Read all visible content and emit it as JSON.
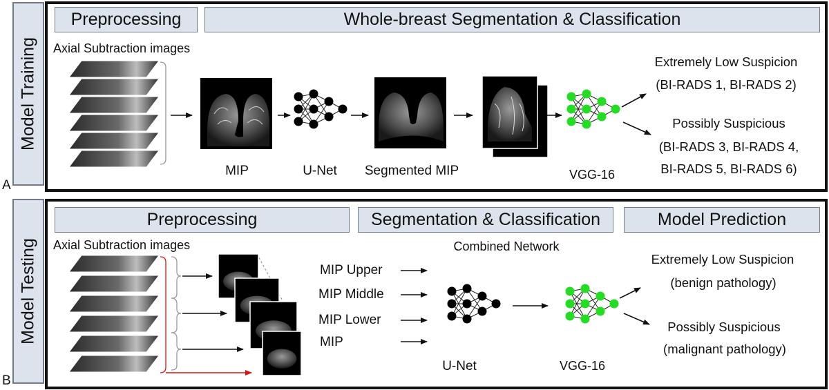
{
  "panel_a": {
    "letter": "A",
    "side_label": "Model Training",
    "header_preprocessing": "Preprocessing",
    "header_main": "Whole-breast Segmentation & Classification",
    "input_caption": "Axial Subtraction images",
    "labels": {
      "mip": "MIP",
      "unet": "U-Net",
      "segmented": "Segmented MIP",
      "vgg": "VGG-16"
    },
    "outputs": {
      "low_title": "Extremely Low Suspicion",
      "low_detail": "(BI-RADS 1, BI-RADS 2)",
      "susp_title": "Possibly Suspicious",
      "susp_detail_1": "(BI-RADS 3, BI-RADS 4,",
      "susp_detail_2": "BI-RADS 5, BI-RADS 6)"
    }
  },
  "panel_b": {
    "letter": "B",
    "side_label": "Model Testing",
    "header_preprocessing": "Preprocessing",
    "header_segmentation": "Segmentation & Classification",
    "header_prediction": "Model Prediction",
    "input_caption": "Axial Subtraction images",
    "combined_network": "Combined Network",
    "mip_inputs": {
      "upper": "MIP Upper",
      "middle": "MIP Middle",
      "lower": "MIP Lower",
      "full": "MIP"
    },
    "labels": {
      "unet": "U-Net",
      "vgg": "VGG-16"
    },
    "outputs": {
      "low_title": "Extremely Low Suspicion",
      "low_detail": "(benign pathology)",
      "susp_title": "Possibly Suspicious",
      "susp_detail": "(malignant pathology)"
    }
  },
  "colors": {
    "header_fill": "#dde3ed",
    "network_black": "#000000",
    "network_green": "#22dd22",
    "red_bracket": "#dd1111"
  }
}
